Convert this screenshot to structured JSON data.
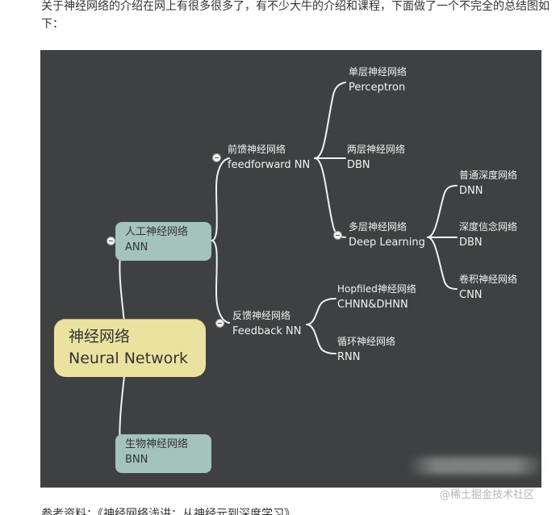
{
  "intro": "关于神经网络的介绍在网上有很多很多了，有不少大牛的介绍和课程，下面做了一个不完全的总结图如下：",
  "mindmap": {
    "root": {
      "zh": "神经网络",
      "en": "Neural Network"
    },
    "ann": {
      "zh": "人工神经网络",
      "en": "ANN"
    },
    "bnn": {
      "zh": "生物神经网络",
      "en": "BNN"
    },
    "feedforward": {
      "zh": "前馈神经网络",
      "en": "feedforward NN"
    },
    "feedback": {
      "zh": "反馈神经网络",
      "en": "Feedback NN"
    },
    "perceptron": {
      "zh": "单层神经网络",
      "en": "Perceptron"
    },
    "two_layer": {
      "zh": "两层神经网络",
      "en": "DBN"
    },
    "multi_layer": {
      "zh": "多层神经网络",
      "en": "Deep Learning"
    },
    "dnn": {
      "zh": "普通深度网络",
      "en": "DNN"
    },
    "dbn": {
      "zh": "深度信念网络",
      "en": "DBN"
    },
    "cnn": {
      "zh": "卷积神经网络",
      "en": "CNN"
    },
    "hopfield": {
      "zh": "Hopfiled神经网络",
      "en": "CHNN&DHNN"
    },
    "rnn": {
      "zh": "循环神经网络",
      "en": "RNN"
    }
  },
  "watermark": "@稀土掘金技术社区",
  "reference": "参考资料：《神经网络浅讲：从神经元到深度学习》",
  "colors": {
    "background": "#3e4041",
    "root_fill": "#ece2a0",
    "branch_fill": "#a3c3bb",
    "line": "#f2f2f2"
  }
}
